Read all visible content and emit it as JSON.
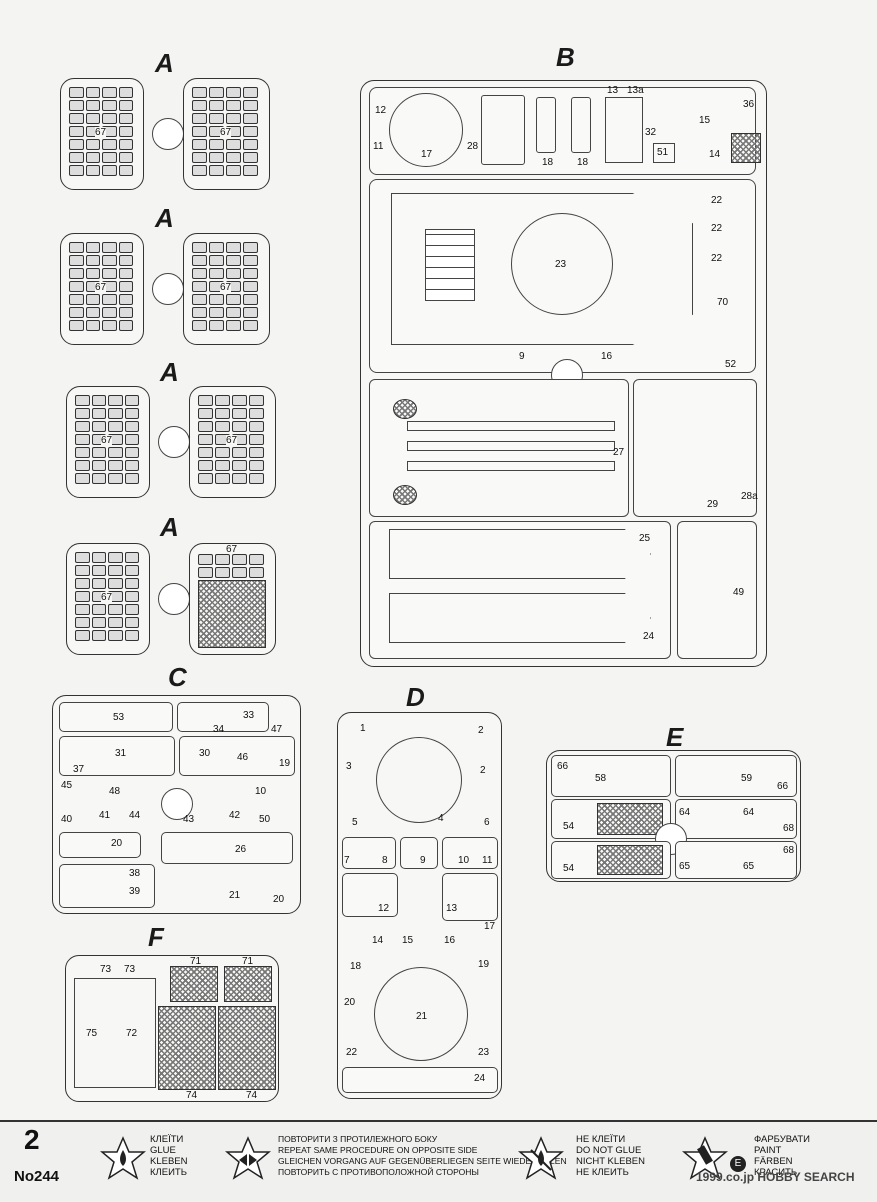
{
  "page": {
    "number": "2",
    "kit_number": "No244"
  },
  "sprues": {
    "A1": {
      "label": "A",
      "part": "67"
    },
    "A2": {
      "label": "A",
      "part": "67"
    },
    "A3": {
      "label": "A",
      "part": "67"
    },
    "A4": {
      "label": "A",
      "part_a": "67",
      "part_b": "67"
    },
    "B": {
      "label": "B",
      "parts": [
        "12",
        "11",
        "17",
        "28",
        "18",
        "18",
        "13",
        "13a",
        "32",
        "51",
        "15",
        "14",
        "36",
        "22",
        "22",
        "22",
        "23",
        "70",
        "9",
        "16",
        "52",
        "27",
        "29",
        "28a",
        "25",
        "24",
        "49"
      ]
    },
    "C": {
      "label": "C",
      "parts": [
        "53",
        "33",
        "34",
        "47",
        "31",
        "37",
        "30",
        "46",
        "19",
        "45",
        "48",
        "10",
        "40",
        "41",
        "44",
        "43",
        "42",
        "50",
        "20",
        "26",
        "38",
        "39",
        "21",
        "20"
      ]
    },
    "D": {
      "label": "D",
      "parts": [
        "1",
        "2",
        "3",
        "2",
        "5",
        "4",
        "6",
        "7",
        "8",
        "9",
        "10",
        "11",
        "12",
        "13",
        "14",
        "15",
        "16",
        "17",
        "18",
        "19",
        "20",
        "21",
        "22",
        "23",
        "24"
      ]
    },
    "E": {
      "label": "E",
      "parts": [
        "66",
        "58",
        "59",
        "66",
        "54",
        "64",
        "64",
        "68",
        "54",
        "65",
        "65",
        "68"
      ]
    },
    "F": {
      "label": "F",
      "parts": [
        "73",
        "73",
        "71",
        "71",
        "75",
        "72",
        "74",
        "74"
      ]
    }
  },
  "legend": {
    "glue": [
      "КЛЕЇТИ",
      "GLUE",
      "KLEBEN",
      "КЛЕИТЬ"
    ],
    "repeat": [
      "ПОВТОРИТИ З ПРОТИЛЕЖНОГО БОКУ",
      "REPEAT SAME PROCEDURE ON OPPOSITE SIDE",
      "GLEICHEN VORGANG AUF GEGENÜBERLIEGEN SEITE WIEDERHOLEN",
      "ПОВТОРИТЬ С ПРОТИВОПОЛОЖНОЙ СТОРОНЫ"
    ],
    "no_glue": [
      "НЕ КЛЕЇТИ",
      "DO NOT GLUE",
      "NICHT KLEBEN",
      "НЕ КЛЕИТЬ"
    ],
    "paint": [
      "ФАРБУВАТИ",
      "PAINT",
      "FÄRBEN",
      "КРАСИТЬ"
    ],
    "paint_badge": "E"
  },
  "watermark": "1999.co.jp HOBBY SEARCH"
}
